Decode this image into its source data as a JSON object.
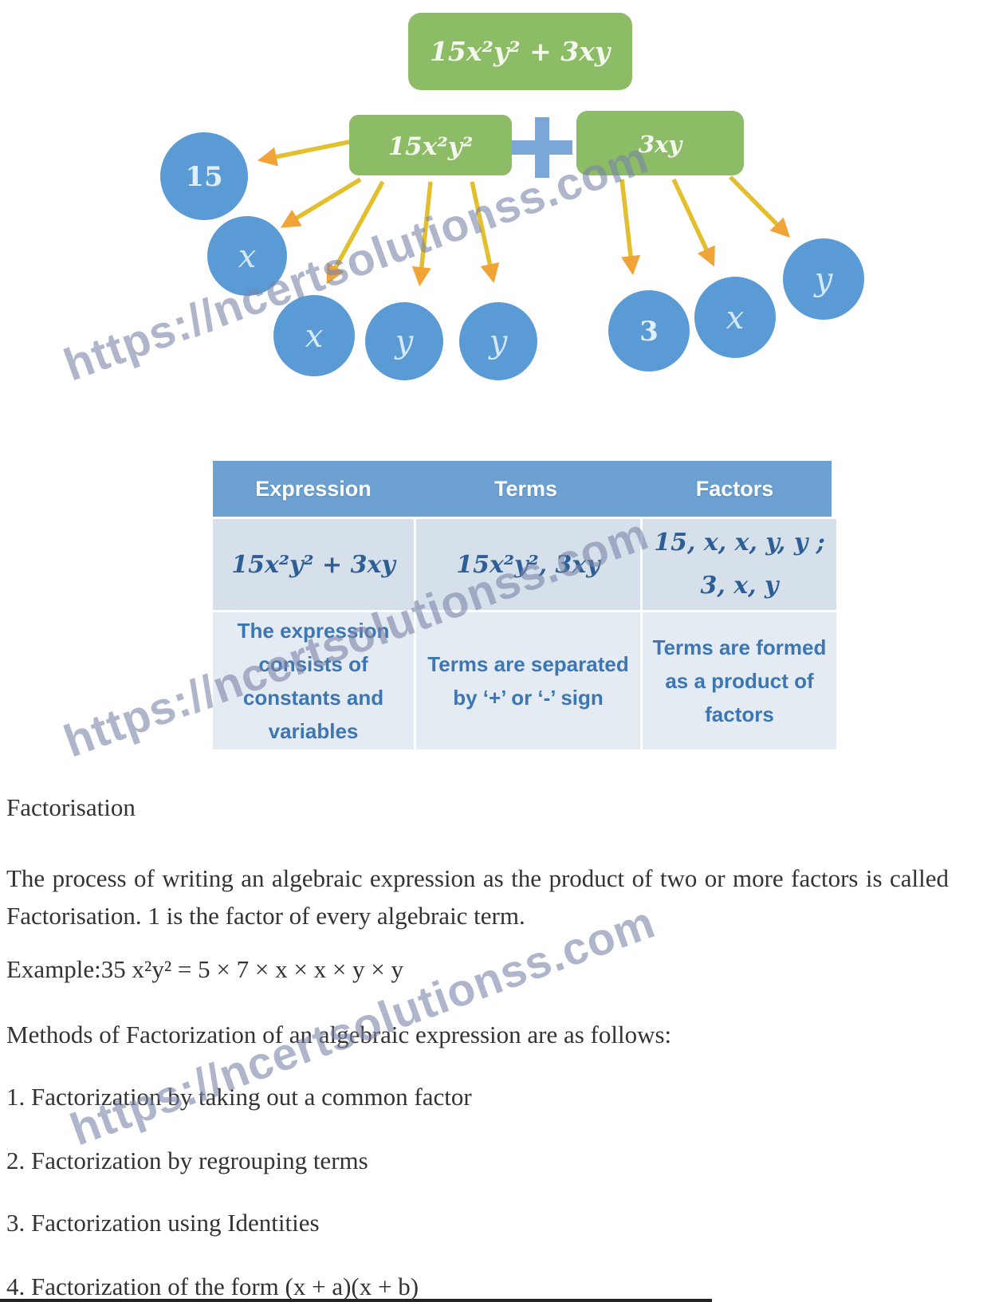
{
  "diagram": {
    "root_label": "15x²y² + 3xy",
    "left_term": "15x²y²",
    "plus": "+",
    "right_term": "3xy",
    "left_factors": [
      "15",
      "x",
      "x",
      "y",
      "y"
    ],
    "right_factors": [
      "3",
      "x",
      "y"
    ],
    "colors": {
      "box_green": "#8cbc66",
      "circle_blue": "#5b9bd5",
      "arrow_yellow": "#e3be2d",
      "arrow_head_orange": "#f0a438",
      "plus_blue": "#7aa7d8"
    }
  },
  "table": {
    "headers": [
      "Expression",
      "Terms",
      "Factors"
    ],
    "row1": {
      "expression": "15x²y² + 3xy",
      "terms": "15x²y², 3xy",
      "factors_line1": "15, x, x, y, y ;",
      "factors_line2": "3, x, y"
    },
    "row2": {
      "expression": "The expression consists of constants and variables",
      "terms": "Terms are separated by ‘+’ or ‘-’ sign",
      "factors": "Terms are formed as a product of factors"
    },
    "colors": {
      "header_bg": "#6ca1d1",
      "row1_bg": "#d6e0ea",
      "row2_bg": "#e5ebf2",
      "text_blue": "#3d77b3"
    }
  },
  "content": {
    "heading": "Factorisation",
    "paragraph": "The process of writing an algebraic expression as the product of two or more factors is called Factorisation. 1 is the factor of every algebraic term.",
    "example": "Example:35 x²y² = 5 × 7 × x × x × y × y",
    "methods_intro": "Methods of Factorization of an algebraic expression are as follows:",
    "methods": [
      "1. Factorization by taking out a common factor",
      "2. Factorization by regrouping terms",
      "3. Factorization using Identities",
      "4. Factorization of the form (x + a)(x + b)"
    ]
  },
  "watermark": {
    "text": "https://ncertsolutionss.com",
    "color": "#7a84a8"
  }
}
